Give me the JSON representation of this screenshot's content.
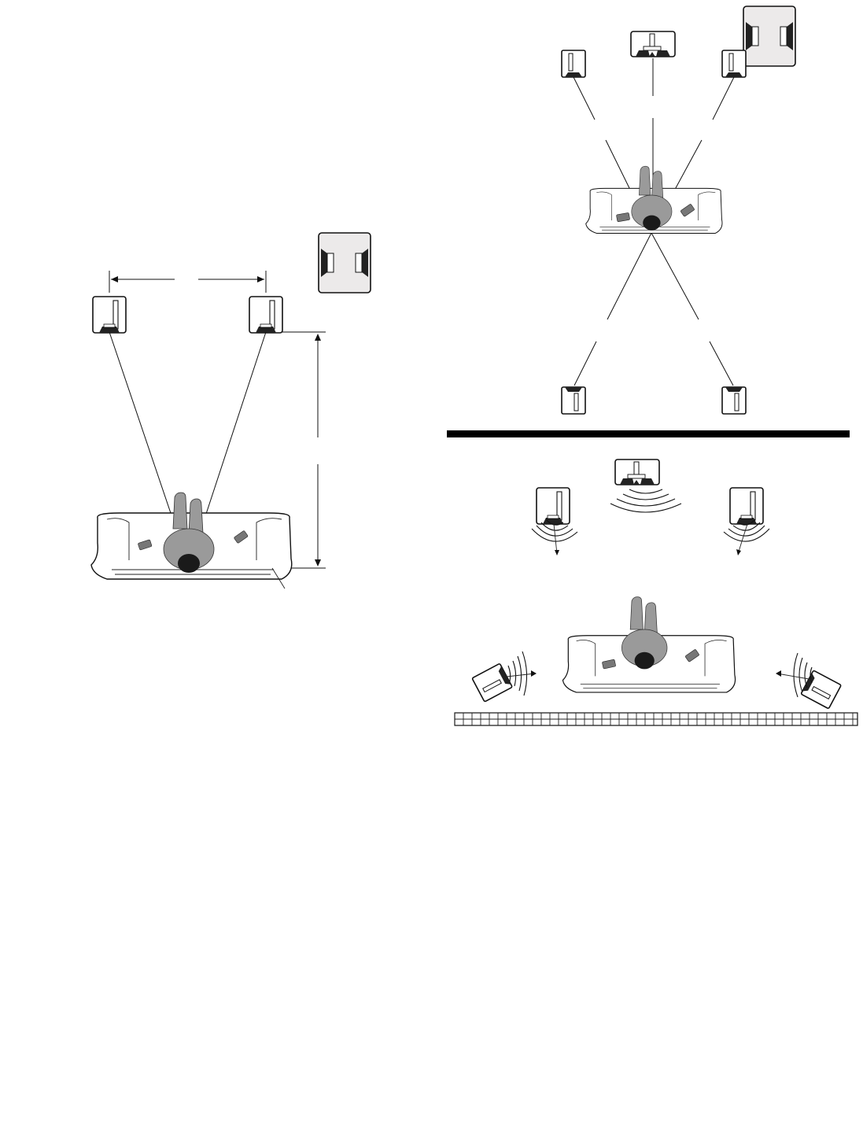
{
  "page": {
    "background": "#ffffff",
    "ink": "#000000",
    "subwoofer_fill": "#eceaea"
  },
  "figures": [
    {
      "id": "stereo-placement",
      "elements": [
        "left-front-speaker",
        "right-front-speaker",
        "subwoofer",
        "listener-on-sofa",
        "speaker-spacing-arrow",
        "listening-distance-arrow"
      ]
    },
    {
      "id": "surround-placement",
      "elements": [
        "left-front-speaker",
        "center-speaker",
        "right-front-speaker",
        "subwoofer",
        "listener-on-sofa",
        "left-surround-speaker",
        "right-surround-speaker"
      ]
    },
    {
      "id": "speaker-aiming",
      "elements": [
        "left-front-speaker",
        "center-speaker",
        "right-front-speaker",
        "listener-on-sofa",
        "left-surround-speaker",
        "right-surround-speaker",
        "rear-wall"
      ]
    }
  ],
  "icons": {
    "speaker": "speaker-icon",
    "subwoofer": "subwoofer-icon",
    "center_speaker": "center-speaker-icon",
    "listener": "listener-icon",
    "sound_waves": "sound-wave-icon"
  }
}
